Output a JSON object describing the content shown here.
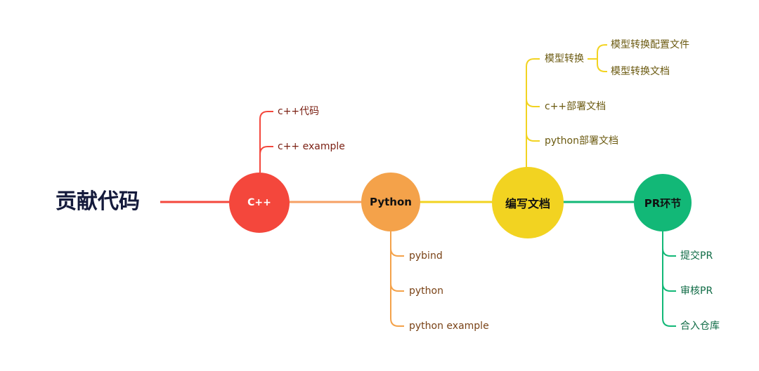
{
  "root": {
    "label": "贡献代码"
  },
  "colors": {
    "root_text": "#141a3b",
    "cpp": "#f4473c",
    "python": "#f4a24a",
    "docs": "#f2d321",
    "pr": "#12b877",
    "cpp_text": "#7a1f12",
    "python_text": "#7a4317",
    "docs_text": "#6b5a10",
    "pr_text": "#0f6b45"
  },
  "nodes": {
    "cpp": {
      "label": "C++",
      "children": [
        "c++代码",
        "c++ example"
      ]
    },
    "python": {
      "label": "Python",
      "children": [
        "pybind",
        "python",
        "python example"
      ]
    },
    "docs": {
      "label": "编写文档",
      "children": [
        {
          "label": "模型转换",
          "children": [
            "模型转换配置文件",
            "模型转换文档"
          ]
        },
        {
          "label": "c++部署文档"
        },
        {
          "label": "python部署文档"
        }
      ]
    },
    "pr": {
      "label": "PR环节",
      "children": [
        "提交PR",
        "审核PR",
        "合入仓库"
      ]
    }
  }
}
